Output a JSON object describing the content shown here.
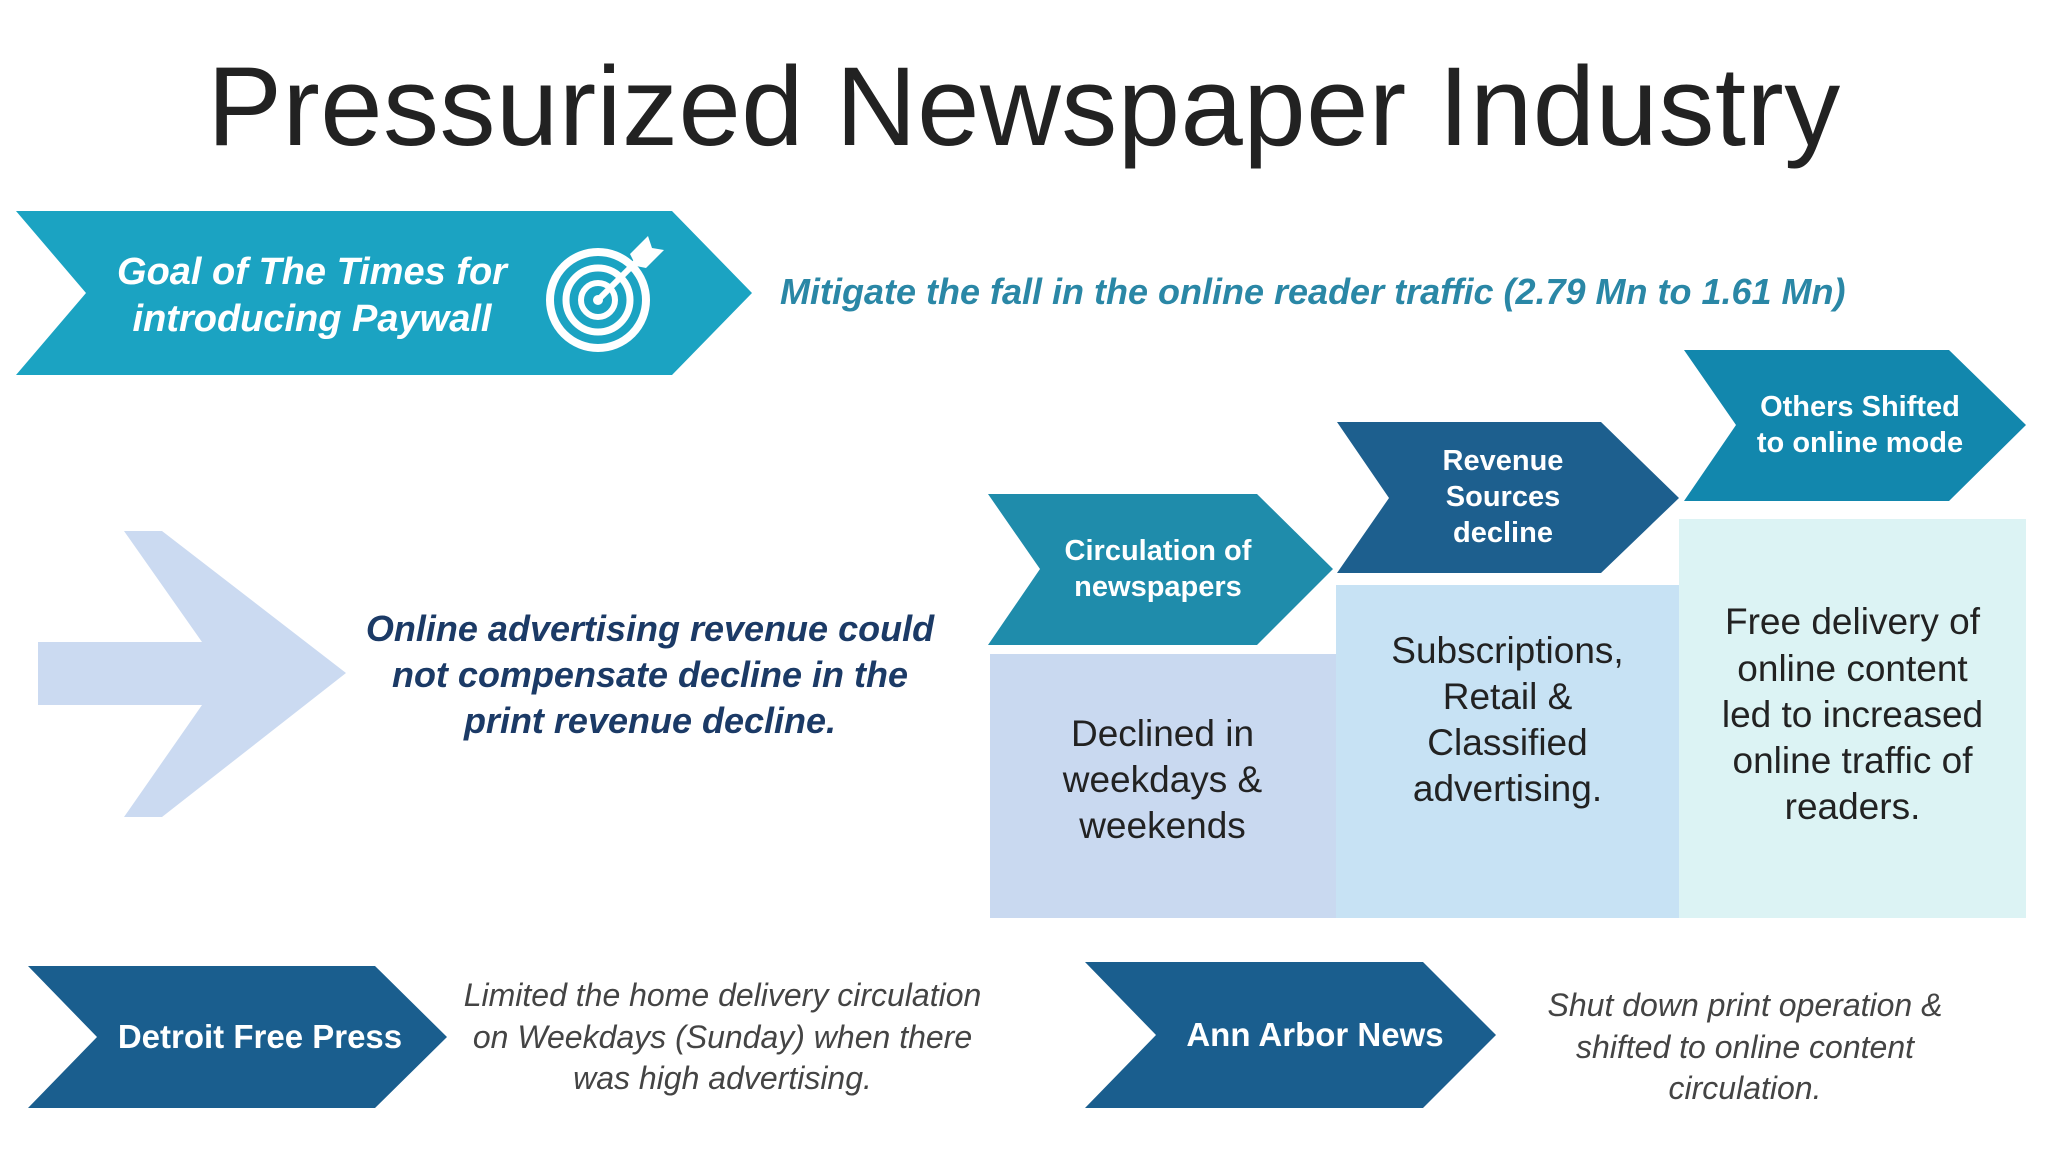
{
  "title": "Pressurized Newspaper Industry",
  "goal": {
    "label": "Goal of The Times for introducing Paywall",
    "icon": "target-icon",
    "statement": "Mitigate the fall in the online reader traffic (2.79 Mn to 1.61 Mn)"
  },
  "context": {
    "icon": "arrow-right-icon",
    "text": "Online advertising revenue could not compensate decline in the print revenue decline."
  },
  "steps": [
    {
      "title": "Circulation of newspapers",
      "text": "Declined in weekdays & weekends"
    },
    {
      "title": "Revenue Sources decline",
      "text": "Subscriptions, Retail & Classified advertising."
    },
    {
      "title": "Others Shifted to online mode",
      "text": "Free delivery of online content led to increased online traffic of readers."
    }
  ],
  "examples": [
    {
      "name": "Detroit Free Press",
      "text": "Limited the home delivery circulation on Weekdays (Sunday) when there was high advertising."
    },
    {
      "name": "Ann Arbor News",
      "text": "Shut down print operation & shifted to online content circulation."
    }
  ],
  "colors": {
    "goal_arrow": "#1ba3c2",
    "statement_text": "#2a87a6",
    "context_text": "#1b3a66",
    "big_arrow": "#cbdaf1",
    "step1_header": "#1f8cab",
    "step2_header": "#1d5f8e",
    "step3_header": "#1287ad",
    "step1_box": "#c9d9f0",
    "step2_box": "#c7e2f4",
    "step3_box": "#dcf3f4",
    "example_arrow": "#1a5e8e"
  }
}
